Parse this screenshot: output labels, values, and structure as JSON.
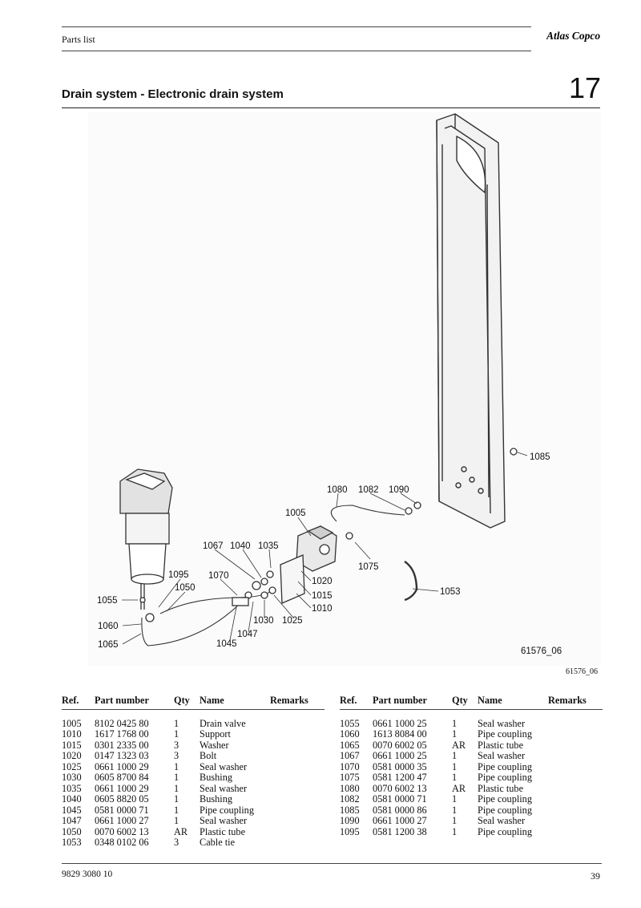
{
  "header": {
    "running_head": "Parts list",
    "brand": "Atlas Copco",
    "section_title": "Drain system - Electronic drain system",
    "chapter_number": "17"
  },
  "figure": {
    "drawing_id": "61576_06",
    "figure_reference": "61576_06",
    "callouts": [
      "1005",
      "1010",
      "1015",
      "1020",
      "1025",
      "1030",
      "1035",
      "1040",
      "1045",
      "1047",
      "1050",
      "1053",
      "1055",
      "1060",
      "1065",
      "1067",
      "1070",
      "1075",
      "1080",
      "1082",
      "1085",
      "1090",
      "1095"
    ]
  },
  "table": {
    "columns": [
      "Ref.",
      "Part number",
      "Qty",
      "Name",
      "Remarks"
    ],
    "left": [
      {
        "ref": "1005",
        "part_number": "8102 0425 80",
        "qty": "1",
        "name": "Drain valve",
        "remarks": ""
      },
      {
        "ref": "1010",
        "part_number": "1617 1768 00",
        "qty": "1",
        "name": "Support",
        "remarks": ""
      },
      {
        "ref": "1015",
        "part_number": "0301 2335 00",
        "qty": "3",
        "name": "Washer",
        "remarks": ""
      },
      {
        "ref": "1020",
        "part_number": "0147 1323 03",
        "qty": "3",
        "name": "Bolt",
        "remarks": ""
      },
      {
        "ref": "1025",
        "part_number": "0661 1000 29",
        "qty": "1",
        "name": "Seal washer",
        "remarks": ""
      },
      {
        "ref": "1030",
        "part_number": "0605 8700 84",
        "qty": "1",
        "name": "Bushing",
        "remarks": ""
      },
      {
        "ref": "1035",
        "part_number": "0661 1000 29",
        "qty": "1",
        "name": "Seal washer",
        "remarks": ""
      },
      {
        "ref": "1040",
        "part_number": "0605 8820 05",
        "qty": "1",
        "name": "Bushing",
        "remarks": ""
      },
      {
        "ref": "1045",
        "part_number": "0581 0000 71",
        "qty": "1",
        "name": "Pipe coupling",
        "remarks": ""
      },
      {
        "ref": "1047",
        "part_number": "0661 1000 27",
        "qty": "1",
        "name": "Seal washer",
        "remarks": ""
      },
      {
        "ref": "1050",
        "part_number": "0070 6002 13",
        "qty": "AR",
        "name": "Plastic tube",
        "remarks": ""
      },
      {
        "ref": "1053",
        "part_number": "0348 0102 06",
        "qty": "3",
        "name": "Cable tie",
        "remarks": ""
      }
    ],
    "right": [
      {
        "ref": "1055",
        "part_number": "0661 1000 25",
        "qty": "1",
        "name": "Seal washer",
        "remarks": ""
      },
      {
        "ref": "1060",
        "part_number": "1613 8084 00",
        "qty": "1",
        "name": "Pipe coupling",
        "remarks": ""
      },
      {
        "ref": "1065",
        "part_number": "0070 6002 05",
        "qty": "AR",
        "name": "Plastic tube",
        "remarks": ""
      },
      {
        "ref": "1067",
        "part_number": "0661 1000 25",
        "qty": "1",
        "name": "Seal washer",
        "remarks": ""
      },
      {
        "ref": "1070",
        "part_number": "0581 0000 35",
        "qty": "1",
        "name": "Pipe coupling",
        "remarks": ""
      },
      {
        "ref": "1075",
        "part_number": "0581 1200 47",
        "qty": "1",
        "name": "Pipe coupling",
        "remarks": ""
      },
      {
        "ref": "1080",
        "part_number": "0070 6002 13",
        "qty": "AR",
        "name": "Plastic tube",
        "remarks": ""
      },
      {
        "ref": "1082",
        "part_number": "0581 0000 71",
        "qty": "1",
        "name": "Pipe coupling",
        "remarks": ""
      },
      {
        "ref": "1085",
        "part_number": "0581 0000 86",
        "qty": "1",
        "name": "Pipe coupling",
        "remarks": ""
      },
      {
        "ref": "1090",
        "part_number": "0661 1000 27",
        "qty": "1",
        "name": "Seal washer",
        "remarks": ""
      },
      {
        "ref": "1095",
        "part_number": "0581 1200 38",
        "qty": "1",
        "name": "Pipe coupling",
        "remarks": ""
      }
    ]
  },
  "footer": {
    "document_number": "9829 3080 10",
    "page_number": "39"
  }
}
